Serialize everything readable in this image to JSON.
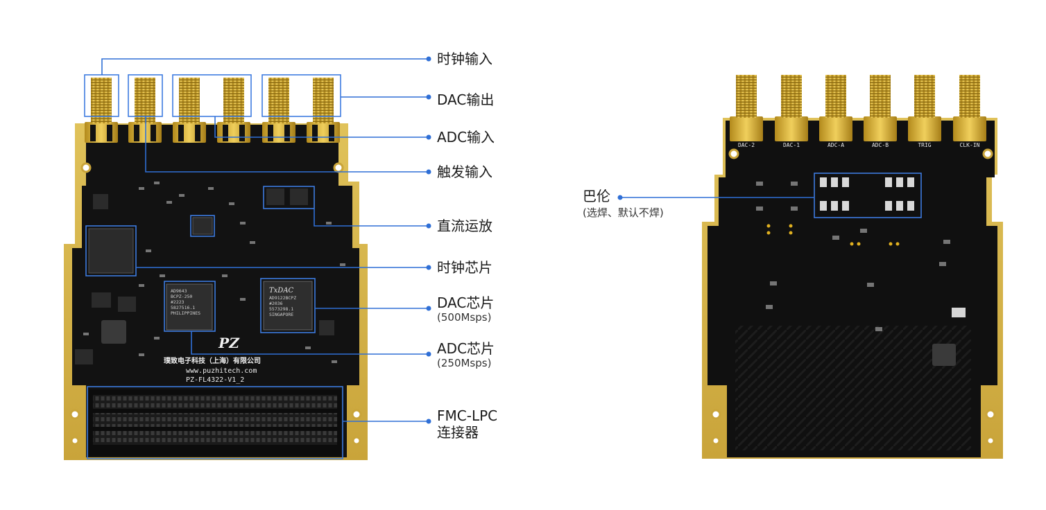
{
  "front_board": {
    "company": "璞致电子科技（上海）有限公司",
    "website": "www.puzhitech.com",
    "model": "PZ-FL4322-V1_2",
    "logo_text": "PZ",
    "ad9643_marking": [
      "AD9643",
      "BCPZ-250",
      "#2223",
      "5827516.1",
      "PHILIPPINES"
    ],
    "dac_brand": "TxDAC",
    "dac_marking": [
      "AD9122BCPZ",
      "#2036",
      "5573298.1",
      "SINGAPORE"
    ]
  },
  "callouts_front": [
    {
      "id": "clock-input",
      "text": "时钟输入",
      "sub": ""
    },
    {
      "id": "dac-output",
      "text": "DAC输出",
      "sub": ""
    },
    {
      "id": "adc-input",
      "text": "ADC输入",
      "sub": ""
    },
    {
      "id": "trigger-input",
      "text": "触发输入",
      "sub": ""
    },
    {
      "id": "dc-opamp",
      "text": "直流运放",
      "sub": ""
    },
    {
      "id": "clock-chip",
      "text": "时钟芯片",
      "sub": ""
    },
    {
      "id": "dac-chip",
      "text": "DAC芯片",
      "sub": "(500Msps)"
    },
    {
      "id": "adc-chip",
      "text": "ADC芯片",
      "sub": "(250Msps)"
    },
    {
      "id": "fmc-lpc",
      "text": "FMC-LPC",
      "sub": "连接器"
    }
  ],
  "back_board": {
    "connector_labels": [
      "DAC-2",
      "DAC-1",
      "ADC-A",
      "ADC-B",
      "TRIG",
      "CLK-IN"
    ],
    "balun_callout": {
      "text": "巴伦",
      "sub": "(选焊、默认不焊)"
    }
  },
  "colors": {
    "pcb": "#111111",
    "gold": "#d9b43c",
    "callout_line": "#2f6fd6",
    "highlight_box": "#3d7be0"
  }
}
